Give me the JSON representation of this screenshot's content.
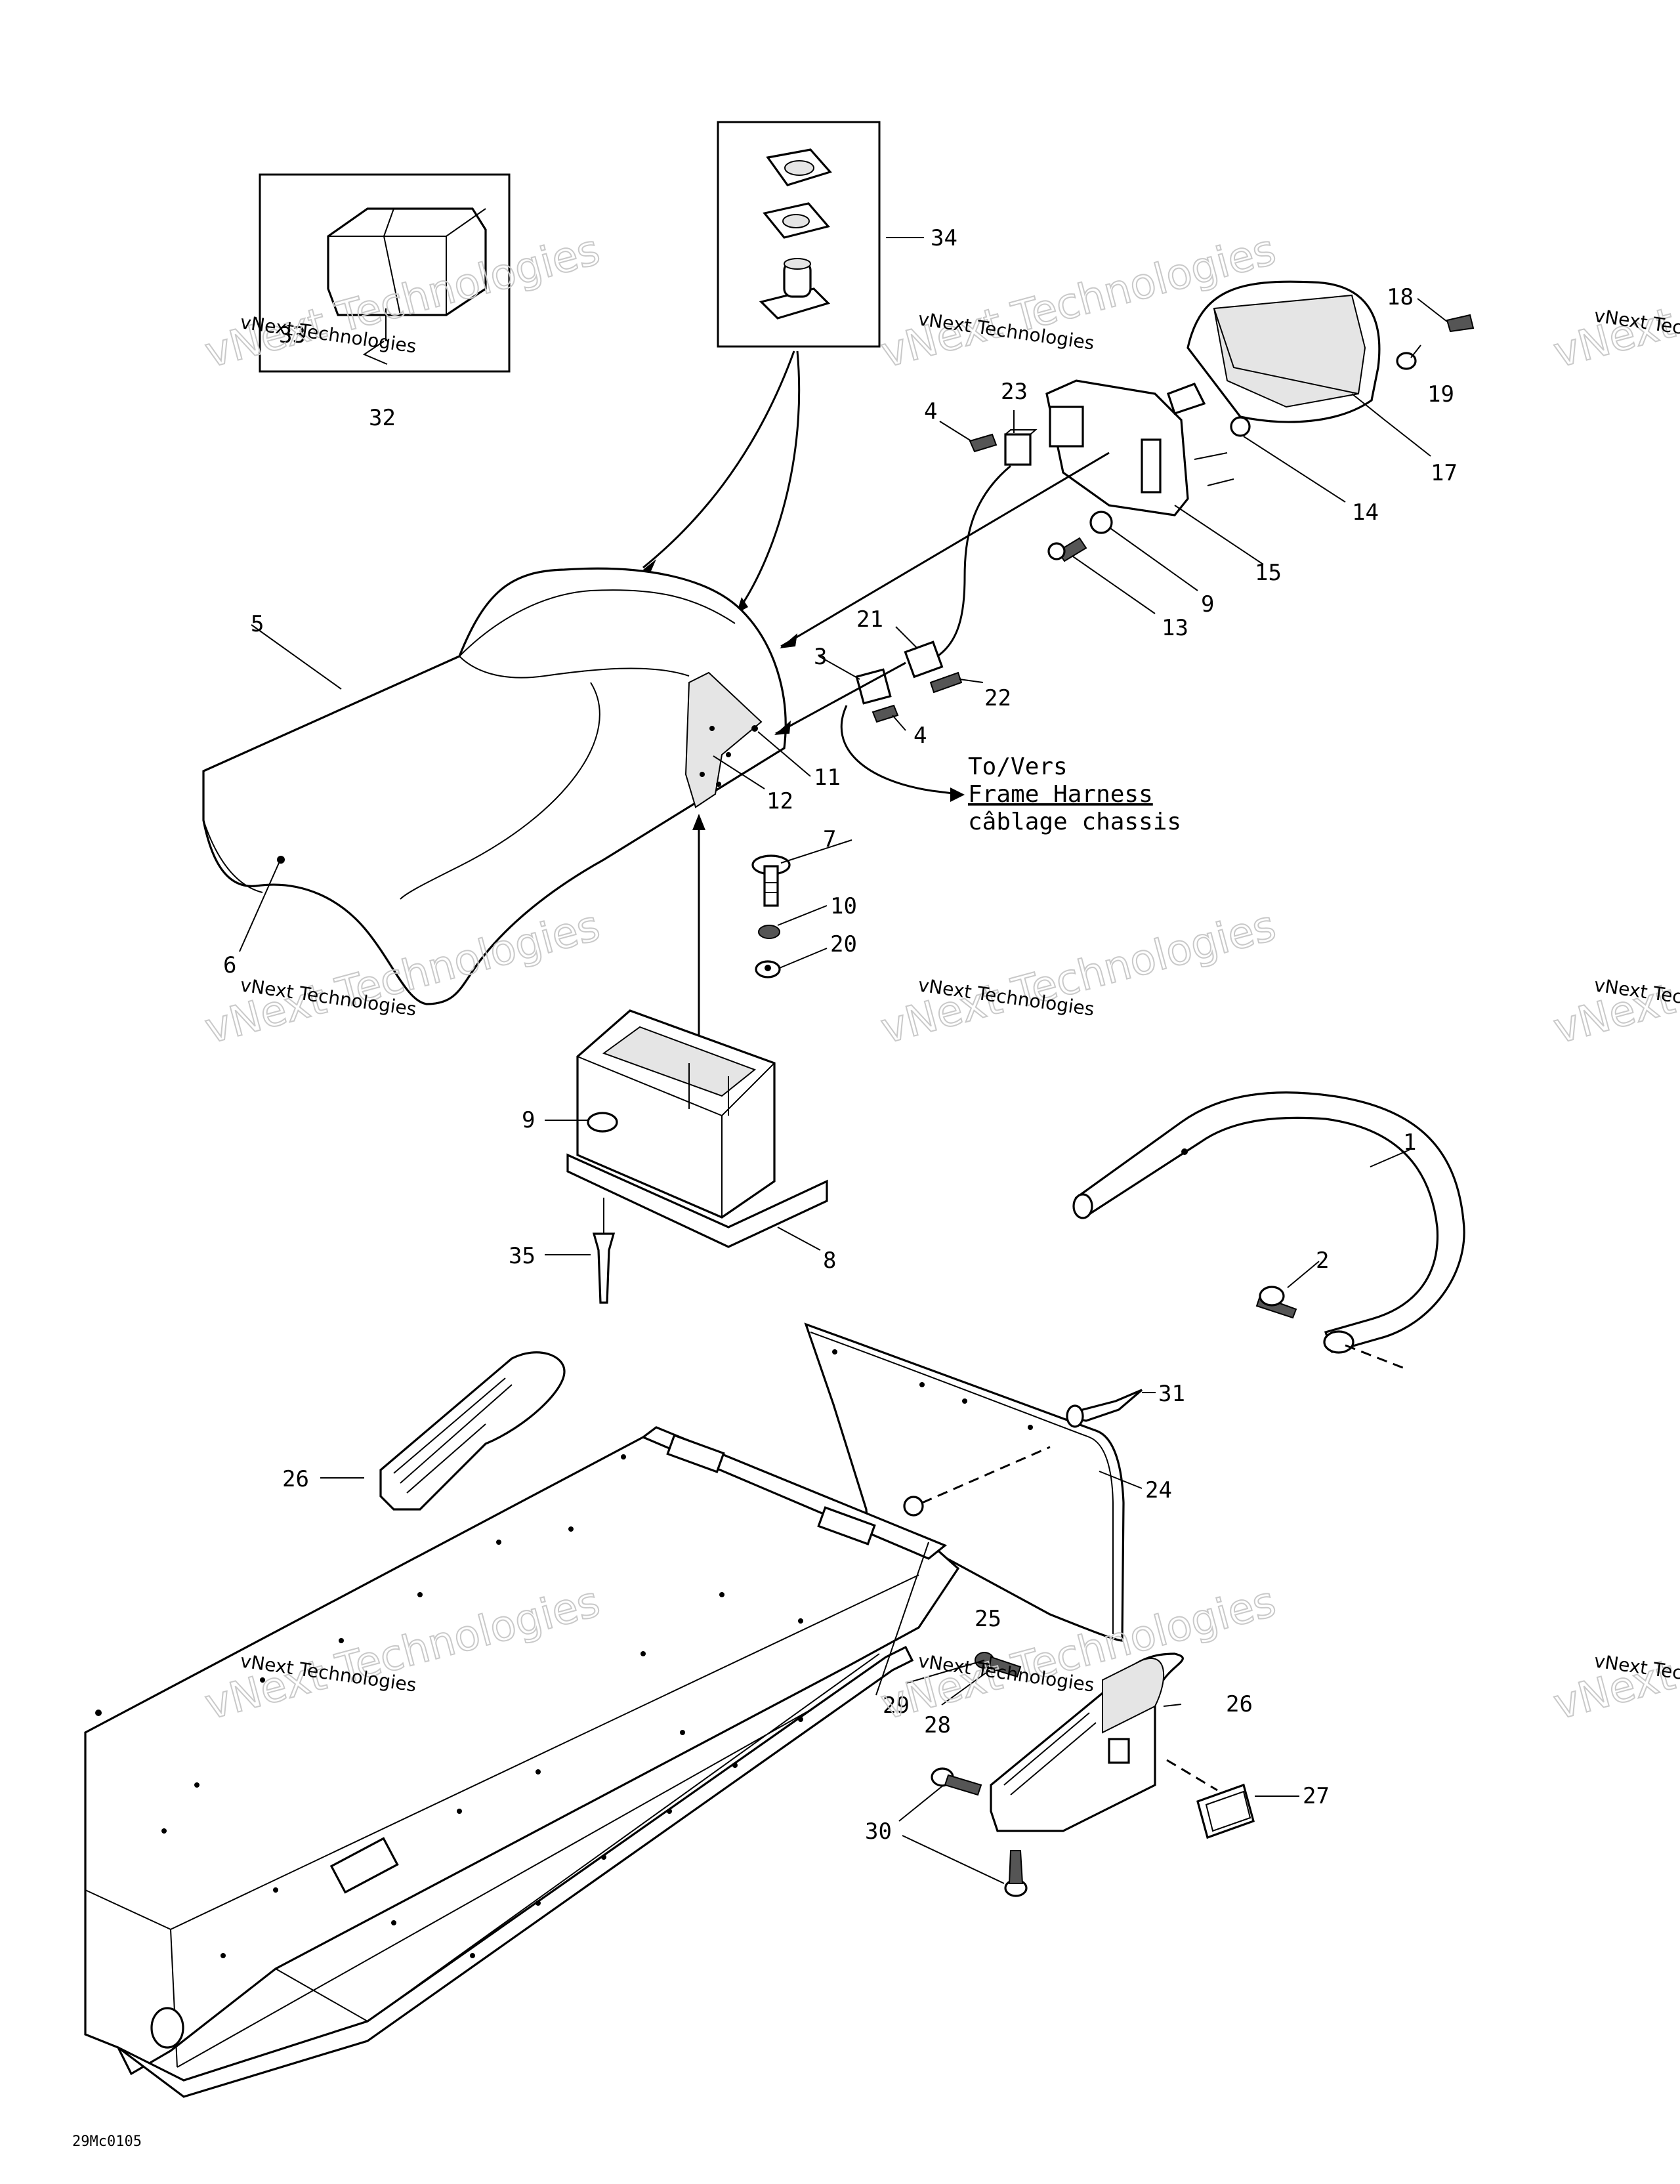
{
  "labels": {
    "p1": "1",
    "p2": "2",
    "p3": "3",
    "p4a": "4",
    "p4b": "4",
    "p5": "5",
    "p6": "6",
    "p7": "7",
    "p8": "8",
    "p9a": "9",
    "p9b": "9",
    "p10": "10",
    "p11": "11",
    "p12": "12",
    "p13": "13",
    "p14": "14",
    "p15": "15",
    "p17": "17",
    "p18": "18",
    "p19": "19",
    "p20": "20",
    "p21": "21",
    "p22": "22",
    "p23": "23",
    "p24": "24",
    "p25": "25",
    "p26a": "26",
    "p26b": "26",
    "p27": "27",
    "p28": "28",
    "p29": "29",
    "p30": "30",
    "p31": "31",
    "p32": "32",
    "p33": "33",
    "p34": "34",
    "p35": "35"
  },
  "harness_note": {
    "line1": "To/Vers",
    "line2": "Frame Harness",
    "line3": "câblage chassis"
  },
  "drawing_code": "29Mc0105",
  "watermark": {
    "company": "vNext Technologies",
    "large": "vNext Technologies"
  }
}
